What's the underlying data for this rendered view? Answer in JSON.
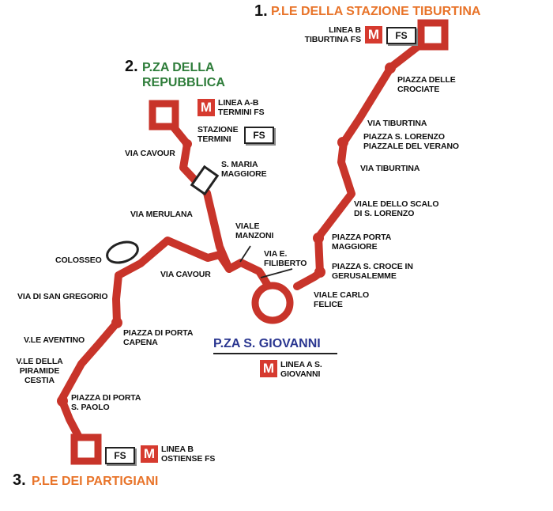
{
  "map": {
    "colors": {
      "route": "#c8342a",
      "route_outline": "#8a1d16",
      "metro": "#d63a2f",
      "title_orange": "#e8742a",
      "title_green": "#2e7d3a",
      "title_blue": "#2a3690"
    },
    "terminals": {
      "tiburtina": {
        "number": "1.",
        "name": "P.LE DELLA STAZIONE TIBURTINA"
      },
      "repubblica": {
        "number": "2.",
        "name": "P.ZA DELLA REPUBBLICA"
      },
      "partigiani": {
        "number": "3.",
        "name": "P.LE DEI PARTIGIANI"
      },
      "san_giovanni": {
        "name": "P.ZA S. GIOVANNI"
      }
    },
    "badges": {
      "metro": "M",
      "rail": "FS"
    },
    "transit": {
      "tiburtina": "LINEA B TIBURTINA FS",
      "repubblica": "LINEA A-B TERMINI FS",
      "termini": "STAZIONE TERMINI",
      "san_giovanni": "LINEA A S. GIOVANNI",
      "ostiense": "LINEA B OSTIENSE FS"
    },
    "places": {
      "piazza_crociate": "PIAZZA DELLE CROCIATE",
      "via_tiburtina_1": "VIA TIBURTINA",
      "piazza_lorenzo": "PIAZZA S. LORENZO PIAZZALE DEL VERANO",
      "via_tiburtina_2": "VIA TIBURTINA",
      "scalo_lorenzo": "VIALE DELLO SCALO DI S. LORENZO",
      "porta_maggiore": "PIAZZA PORTA MAGGIORE",
      "santa_croce": "PIAZZA S. CROCE IN GERUSALEMME",
      "carlo_felice": "VIALE CARLO FELICE",
      "via_cavour_1": "VIA CAVOUR",
      "santa_maria_maggiore": "S. MARIA MAGGIORE",
      "via_merulana": "VIA MERULANA",
      "viale_manzoni": "VIALE MANZONI",
      "filiberto": "VIA E. FILIBERTO",
      "colosseo": "COLOSSEO",
      "via_cavour_2": "VIA CAVOUR",
      "san_gregorio": "VIA DI SAN GREGORIO",
      "porta_capena": "PIAZZA DI PORTA CAPENA",
      "aventino": "V.LE AVENTINO",
      "piramide": "V.LE DELLA PIRAMIDE CESTIA",
      "porta_paolo": "PIAZZA DI PORTA S. PAOLO"
    }
  }
}
